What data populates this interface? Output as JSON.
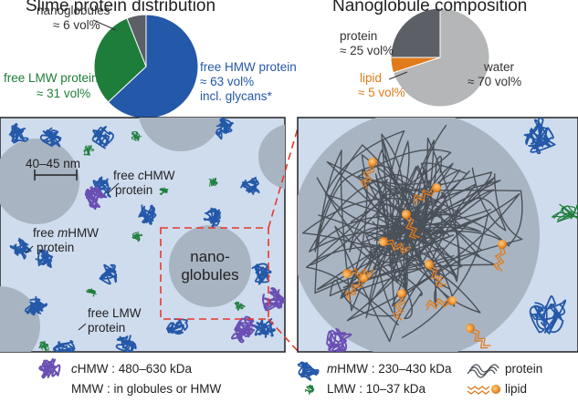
{
  "titles": {
    "left": "Slime protein distribution",
    "right": "Nanoglobule composition"
  },
  "pie_left": {
    "nanoglobules_label": "nanoglobules",
    "nanoglobules_value": "≈ 6 vol%",
    "lmw_label": "free LMW protein",
    "lmw_value": "≈ 31 vol%",
    "hmw_label": "free HMW protein",
    "hmw_value": "≈ 63 vol%",
    "hmw_note": "incl. glycans*"
  },
  "pie_right": {
    "protein_label": "protein",
    "protein_value": "≈ 25 vol%",
    "lipid_label": "lipid",
    "lipid_value": "≈ 5 vol%",
    "water_label": "water",
    "water_value": "≈ 70 vol%"
  },
  "scene": {
    "scale_label": "40–45 nm",
    "free_chmw_1": "free cHMW",
    "free_chmw_2": "protein",
    "free_mhmw_1": "free mHMW",
    "free_mhmw_2": "protein",
    "free_lmw_1": "free LMW",
    "free_lmw_2": "protein",
    "nano_1": "nano-",
    "nano_2": "globules"
  },
  "legend": {
    "chmw": "cHMW : 480–630 kDa",
    "mmw": "MMW : in globules or HMW",
    "mhmw": "mHMW : 230–430 kDa",
    "lmw": "LMW : 10–37 kDa",
    "protein": "protein",
    "lipid": "lipid"
  },
  "colors": {
    "hmw_blue": "#2458a8",
    "lmw_green": "#1e7d3a",
    "nanoglobule_gray": "#5c6066",
    "lipid_orange": "#e07b1a",
    "water_gray": "#b4b6b8",
    "panel_bg": "#cfdcee",
    "chmw_purple": "#6a4fb3"
  },
  "chart_data": [
    {
      "type": "pie",
      "title": "Slime protein distribution",
      "categories": [
        "nanoglobules",
        "free LMW protein",
        "free HMW protein"
      ],
      "values": [
        6,
        31,
        63
      ]
    },
    {
      "type": "pie",
      "title": "Nanoglobule composition",
      "categories": [
        "protein",
        "lipid",
        "water"
      ],
      "values": [
        25,
        5,
        70
      ]
    }
  ]
}
